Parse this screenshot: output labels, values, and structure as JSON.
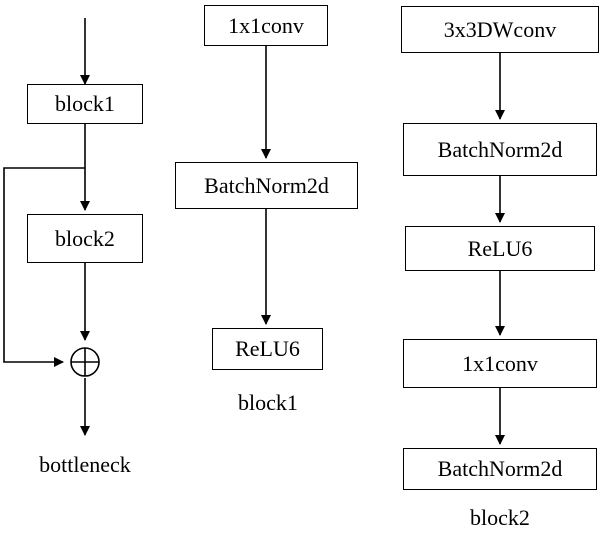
{
  "bottleneck": {
    "block1_label": "block1",
    "block2_label": "block2",
    "caption": "bottleneck",
    "add_symbol": "⊕"
  },
  "block1": {
    "items": [
      "1x1conv",
      "BatchNorm2d",
      "ReLU6"
    ],
    "caption": "block1"
  },
  "block2": {
    "items": [
      "3x3DWconv",
      "BatchNorm2d",
      "ReLU6",
      "1x1conv",
      "BatchNorm2d"
    ],
    "caption": "block2"
  }
}
